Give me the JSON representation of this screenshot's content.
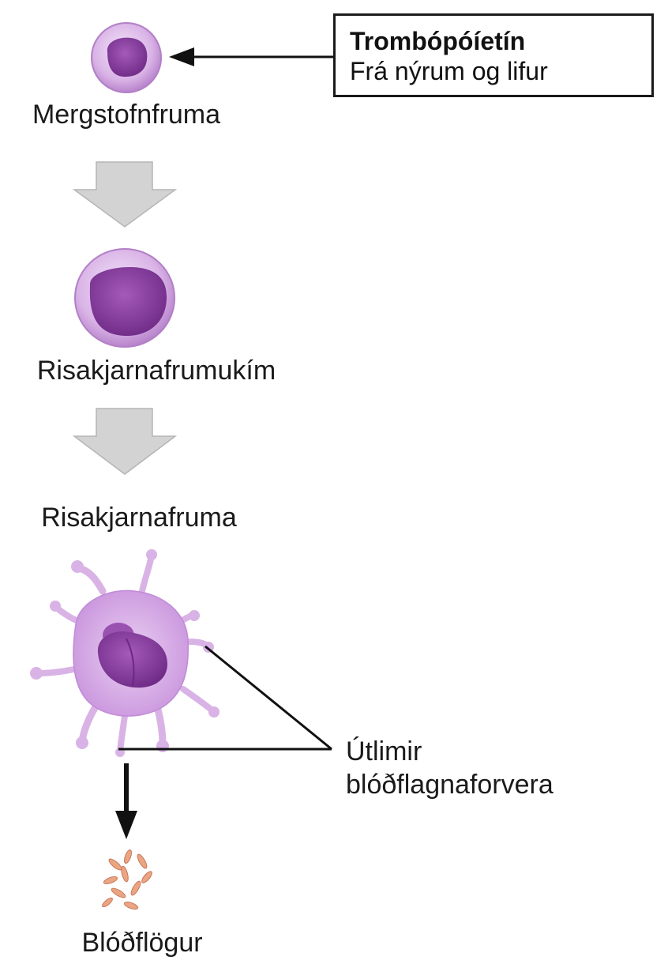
{
  "stages": {
    "stem_cell_label": "Mergstofnfruma",
    "megakaryoblast_label": "Risakjarnafrumukím",
    "megakaryocyte_label": "Risakjarnafruma",
    "platelets_label": "Blóðflögur"
  },
  "thrombopoietin": {
    "title": "Trombópóíetín",
    "subtitle": "Frá nýrum og lifur"
  },
  "callout": {
    "line1": "Útlimir",
    "line2": "blóðflagnaforvera"
  },
  "colors": {
    "cytoplasm": "#d9b3e6",
    "nucleus": "#8e3fa3",
    "process_arrow": "#d3d3d3",
    "platelet": "#e8a07e",
    "line": "#111111"
  }
}
